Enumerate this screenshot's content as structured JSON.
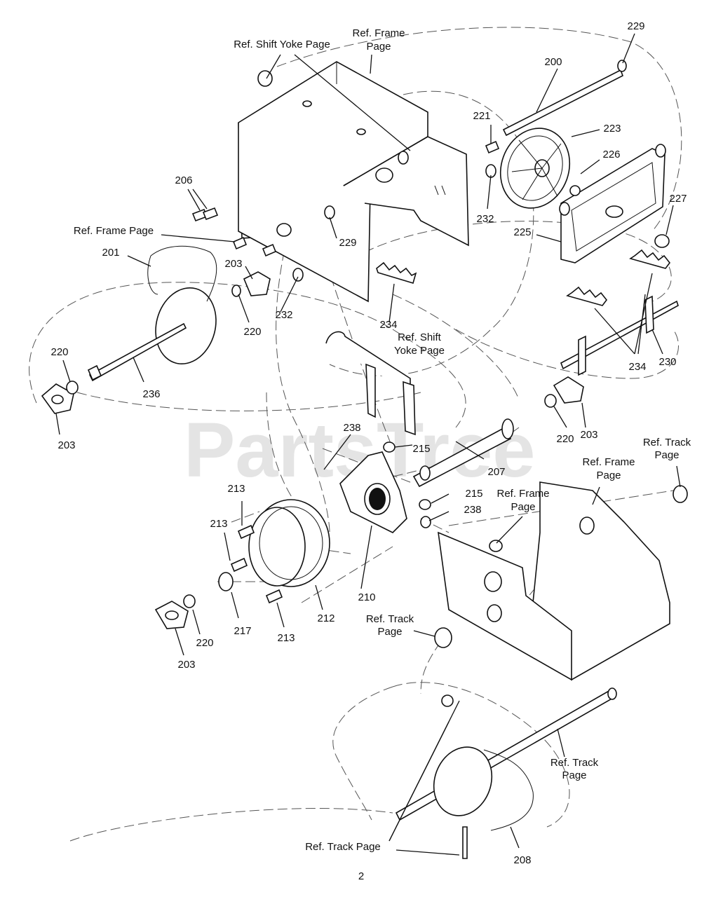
{
  "watermark": "PartsTree",
  "page_number": "2",
  "references": [
    {
      "id": "ref-shift-yoke-top",
      "lines": [
        "Ref. Shift Yoke Page"
      ]
    },
    {
      "id": "ref-frame-top",
      "lines": [
        "Ref. Frame",
        "Page"
      ]
    },
    {
      "id": "ref-frame-left",
      "lines": [
        "Ref. Frame Page"
      ]
    },
    {
      "id": "ref-shift-yoke-mid",
      "lines": [
        "Ref. Shift",
        "Yoke Page"
      ]
    },
    {
      "id": "ref-track-right",
      "lines": [
        "Ref. Track",
        "Page"
      ]
    },
    {
      "id": "ref-frame-right",
      "lines": [
        "Ref. Frame",
        "Page"
      ]
    },
    {
      "id": "ref-frame-mid",
      "lines": [
        "Ref. Frame",
        "Page"
      ]
    },
    {
      "id": "ref-track-mid",
      "lines": [
        "Ref. Track",
        "Page"
      ]
    },
    {
      "id": "ref-track-lowright",
      "lines": [
        "Ref. Track",
        "Page"
      ]
    },
    {
      "id": "ref-track-bottom",
      "lines": [
        "Ref. Track Page"
      ]
    }
  ],
  "part_labels": [
    {
      "id": "p229a",
      "text": "229"
    },
    {
      "id": "p200",
      "text": "200"
    },
    {
      "id": "p221",
      "text": "221"
    },
    {
      "id": "p223",
      "text": "223"
    },
    {
      "id": "p226",
      "text": "226"
    },
    {
      "id": "p227",
      "text": "227"
    },
    {
      "id": "p225",
      "text": "225"
    },
    {
      "id": "p232a",
      "text": "232"
    },
    {
      "id": "p206",
      "text": "206"
    },
    {
      "id": "p229b",
      "text": "229"
    },
    {
      "id": "p201",
      "text": "201"
    },
    {
      "id": "p203a",
      "text": "203"
    },
    {
      "id": "p220a",
      "text": "220"
    },
    {
      "id": "p232b",
      "text": "232"
    },
    {
      "id": "p234a",
      "text": "234"
    },
    {
      "id": "p220b",
      "text": "220"
    },
    {
      "id": "p236",
      "text": "236"
    },
    {
      "id": "p203b",
      "text": "203"
    },
    {
      "id": "p234b",
      "text": "234"
    },
    {
      "id": "p230",
      "text": "230"
    },
    {
      "id": "p220c",
      "text": "220"
    },
    {
      "id": "p203c",
      "text": "203"
    },
    {
      "id": "p238a",
      "text": "238"
    },
    {
      "id": "p215a",
      "text": "215"
    },
    {
      "id": "p207",
      "text": "207"
    },
    {
      "id": "p213a",
      "text": "213"
    },
    {
      "id": "p215b",
      "text": "215"
    },
    {
      "id": "p238b",
      "text": "238"
    },
    {
      "id": "p213b",
      "text": "213"
    },
    {
      "id": "p210",
      "text": "210"
    },
    {
      "id": "p212",
      "text": "212"
    },
    {
      "id": "p217",
      "text": "217"
    },
    {
      "id": "p213c",
      "text": "213"
    },
    {
      "id": "p220d",
      "text": "220"
    },
    {
      "id": "p203d",
      "text": "203"
    },
    {
      "id": "p208",
      "text": "208"
    }
  ]
}
